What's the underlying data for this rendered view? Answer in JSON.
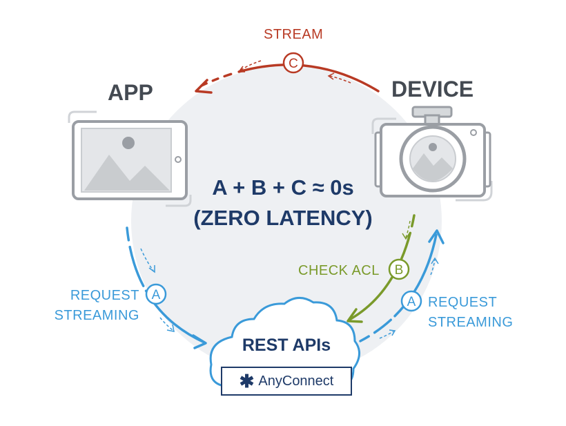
{
  "app": {
    "title": "APP"
  },
  "device": {
    "title": "DEVICE"
  },
  "stream": {
    "label": "STREAM",
    "marker": "C"
  },
  "check_acl": {
    "label": "CHECK ACL",
    "marker": "B"
  },
  "request_left": {
    "line1": "REQUEST",
    "line2": "STREAMING",
    "marker": "A"
  },
  "request_right": {
    "line1": "REQUEST",
    "line2": "STREAMING",
    "marker": "A"
  },
  "center": {
    "line1": "A + B + C ≈ 0s",
    "line2": "(ZERO LATENCY)"
  },
  "cloud": {
    "title": "REST APIs",
    "brand": "AnyConnect",
    "brand_icon": "asterisk-icon"
  },
  "colors": {
    "request": "#3a9ad9",
    "acl": "#7a9a2a",
    "stream": "#b83a24",
    "navy": "#1e3a68",
    "device_gray": "#c4c7cb"
  }
}
